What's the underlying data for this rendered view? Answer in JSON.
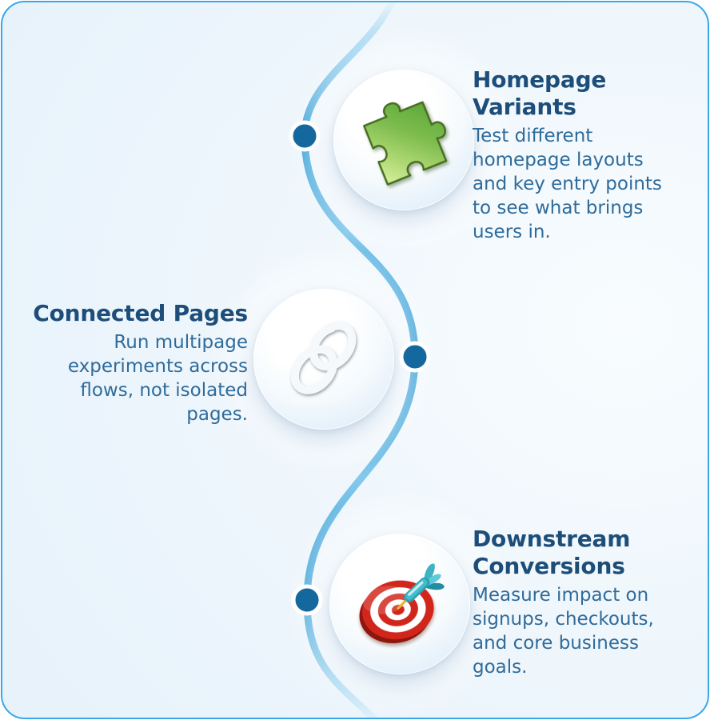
{
  "card": {
    "type": "infographic-timeline",
    "border_color": "#3aa7e8",
    "background_tint": "#eaf3fc"
  },
  "timeline": {
    "curve_color": "#2e9ad4",
    "curve_faded_color": "#cfe9f8",
    "dot_color": "#15689d",
    "dot_ring_color": "#ffffff"
  },
  "text_colors": {
    "heading": "#1d4e79",
    "body": "#2f6b9a"
  },
  "items": [
    {
      "id": "homepage-variants",
      "side": "right",
      "icon": "puzzle-piece-icon",
      "icon_color": "#7dbc4e",
      "title": "Homepage Variants",
      "body": "Test different\nhomepage layouts\nand key entry points\nto see what brings\nusers in."
    },
    {
      "id": "connected-pages",
      "side": "left",
      "icon": "chain-links-icon",
      "icon_color": "#9aa7b0",
      "title": "Connected Pages",
      "body": "Run multipage\nexperiments across\nflows, not isolated\npages."
    },
    {
      "id": "downstream-conversions",
      "side": "right",
      "icon": "target-dart-icon",
      "icon_color": "#d2261b",
      "title": "Downstream\nConversions",
      "body": "Measure impact on\nsignups, checkouts,\nand core business\ngoals."
    }
  ]
}
